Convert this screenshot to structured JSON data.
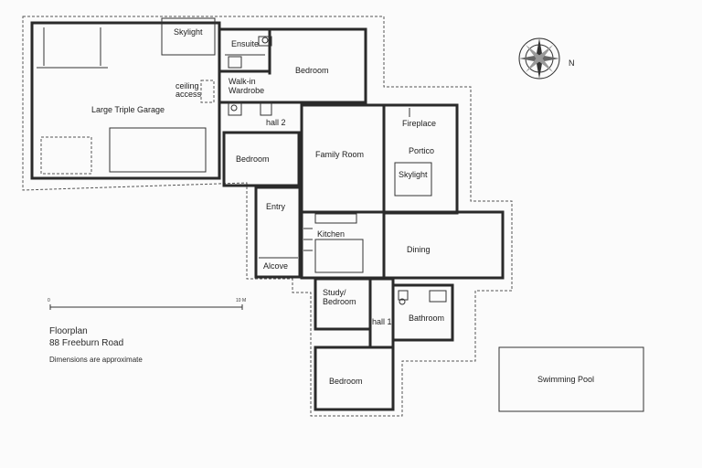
{
  "rooms": {
    "skylight_garage": "Skylight",
    "ensuite": "Ensuite",
    "bedroom_master": "Bedroom",
    "ceiling_access_1": "ceiling",
    "ceiling_access_2": "access",
    "walkin_1": "Walk-in",
    "walkin_2": "Wardrobe",
    "garage": "Large Triple Garage",
    "hall2": "hall 2",
    "fireplace": "Fireplace",
    "portico": "Portico",
    "bedroom_2": "Bedroom",
    "family_room": "Family Room",
    "skylight_portico": "Skylight",
    "entry": "Entry",
    "kitchen": "Kitchen",
    "dining": "Dining",
    "alcove": "Alcove",
    "study_1": "Study/",
    "study_2": "Bedroom",
    "hall1": "hall 1",
    "bathroom": "Bathroom",
    "bedroom_3": "Bedroom",
    "pool": "Swimming Pool"
  },
  "scale": {
    "start": "0",
    "end": "10 M"
  },
  "caption": {
    "line1": "Floorplan",
    "line2": "88 Freeburn Road",
    "line3": "Dimensions are approximate"
  },
  "compass": {
    "north_label": "N"
  },
  "colors": {
    "wall": "#2a2a2a",
    "paper": "#fbfbfb",
    "outline": "#555555"
  }
}
